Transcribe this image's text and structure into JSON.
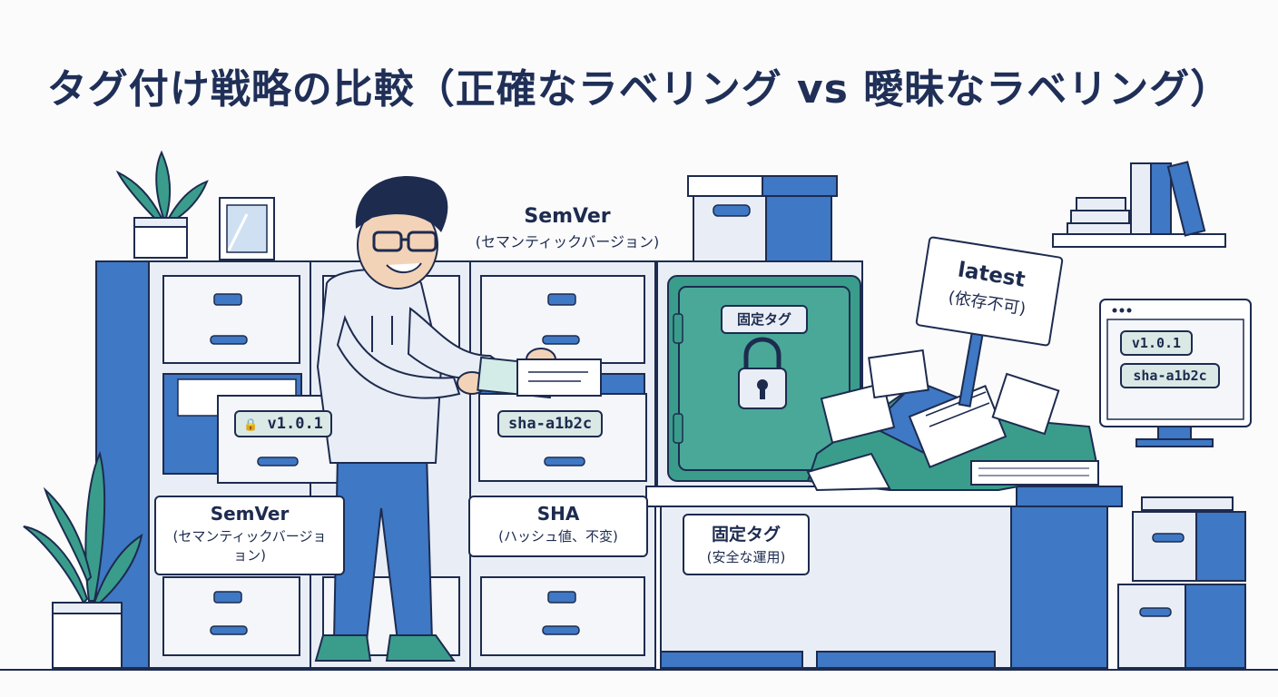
{
  "title": "タグ付け戦略の比較（正確なラベリング vs 曖昧なラベリング）",
  "floating_semver": {
    "name": "SemVer",
    "sub": "(セマンティックバージョン)"
  },
  "drawer_left_tag": "v1.0.1",
  "drawer_mid_tag": "sha-a1b2c",
  "card_semver": {
    "name": "SemVer",
    "sub_line1": "(セマンティックバージョ",
    "sub_line2": "ョン)"
  },
  "card_sha": {
    "name": "SHA",
    "sub": "(ハッシュ値、不変)"
  },
  "safe_label": "固定タグ",
  "desk_card": {
    "name": "固定タグ",
    "sub": "(安全な運用)"
  },
  "sign": {
    "name": "latest",
    "sub": "(依存不可)"
  },
  "monitor": {
    "tag1": "v1.0.1",
    "tag2": "sha-a1b2c"
  },
  "colors": {
    "navy": "#1d2b4f",
    "blue": "#3f78c4",
    "pale": "#e9eef6",
    "teal": "#3a9d8c"
  }
}
